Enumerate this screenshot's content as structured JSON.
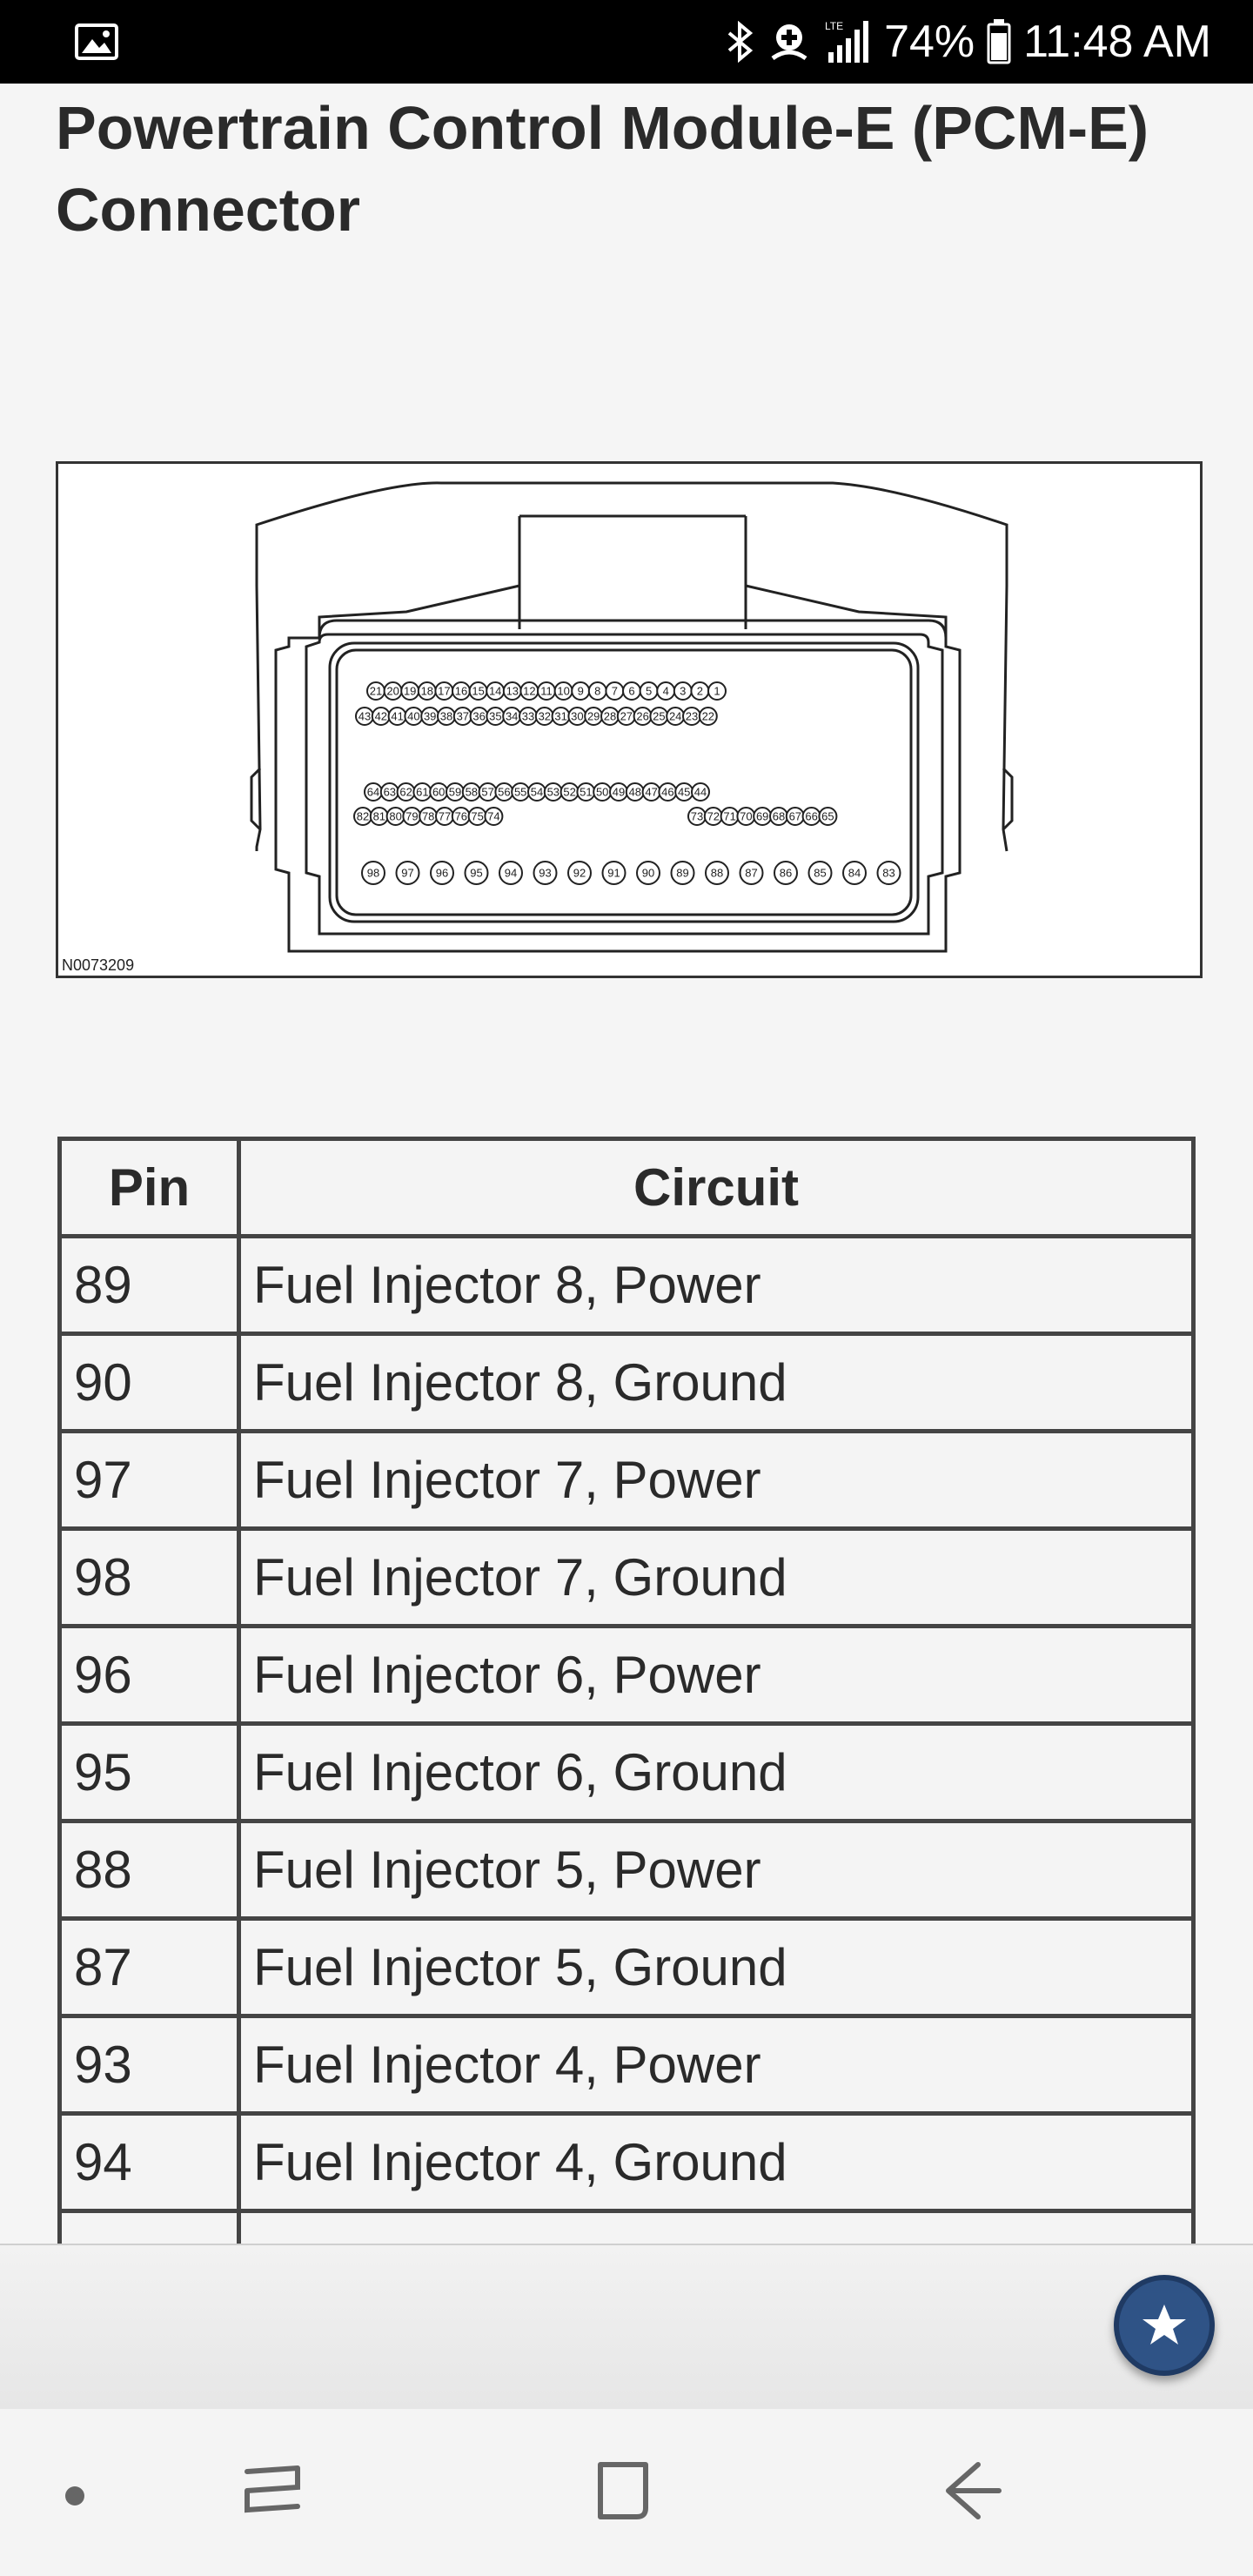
{
  "status_bar": {
    "battery_percent": "74%",
    "time": "11:48 AM",
    "icons": [
      "gallery-icon",
      "bluetooth-icon",
      "data-saver-icon",
      "lte-signal-icon",
      "battery-icon"
    ],
    "network_label": "LTE"
  },
  "page": {
    "title": "Powertrain Control Module-E (PCM-E) Connector"
  },
  "diagram": {
    "code": "N0073209",
    "row1": [
      "21",
      "20",
      "19",
      "18",
      "17",
      "16",
      "15",
      "14",
      "13",
      "12",
      "11",
      "10",
      "9",
      "8",
      "7",
      "6",
      "5",
      "4",
      "3",
      "2",
      "1"
    ],
    "row2": [
      "43",
      "42",
      "41",
      "40",
      "39",
      "38",
      "37",
      "36",
      "35",
      "34",
      "33",
      "32",
      "31",
      "30",
      "29",
      "28",
      "27",
      "26",
      "25",
      "24",
      "23",
      "22"
    ],
    "row3": [
      "64",
      "63",
      "62",
      "61",
      "60",
      "59",
      "58",
      "57",
      "56",
      "55",
      "54",
      "53",
      "52",
      "51",
      "50",
      "49",
      "48",
      "47",
      "46",
      "45",
      "44"
    ],
    "row4a": [
      "82",
      "81",
      "80",
      "79",
      "78",
      "77",
      "76",
      "75",
      "74"
    ],
    "row4b": [
      "73",
      "72",
      "71",
      "70",
      "69",
      "68",
      "67",
      "66",
      "65"
    ],
    "row5": [
      "98",
      "97",
      "96",
      "95",
      "94",
      "93",
      "92",
      "91",
      "90",
      "89",
      "88",
      "87",
      "86",
      "85",
      "84",
      "83"
    ]
  },
  "table": {
    "headers": {
      "pin": "Pin",
      "circuit": "Circuit"
    },
    "rows": [
      {
        "pin": "89",
        "circuit": "Fuel Injector 8, Power"
      },
      {
        "pin": "90",
        "circuit": "Fuel Injector 8, Ground"
      },
      {
        "pin": "97",
        "circuit": "Fuel Injector 7, Power"
      },
      {
        "pin": "98",
        "circuit": "Fuel Injector 7, Ground"
      },
      {
        "pin": "96",
        "circuit": "Fuel Injector 6, Power"
      },
      {
        "pin": "95",
        "circuit": "Fuel Injector 6, Ground"
      },
      {
        "pin": "88",
        "circuit": "Fuel Injector 5, Power"
      },
      {
        "pin": "87",
        "circuit": "Fuel Injector 5, Ground"
      },
      {
        "pin": "93",
        "circuit": "Fuel Injector 4, Power"
      },
      {
        "pin": "94",
        "circuit": "Fuel Injector 4, Ground"
      }
    ]
  },
  "fab": {
    "icon": "star-icon"
  },
  "nav_bar": {
    "icons": [
      "dot-icon",
      "recent-apps-icon",
      "home-icon",
      "back-icon"
    ]
  },
  "colors": {
    "fab": "#2f5386",
    "status_bar": "#000000",
    "table_border": "#444444"
  }
}
